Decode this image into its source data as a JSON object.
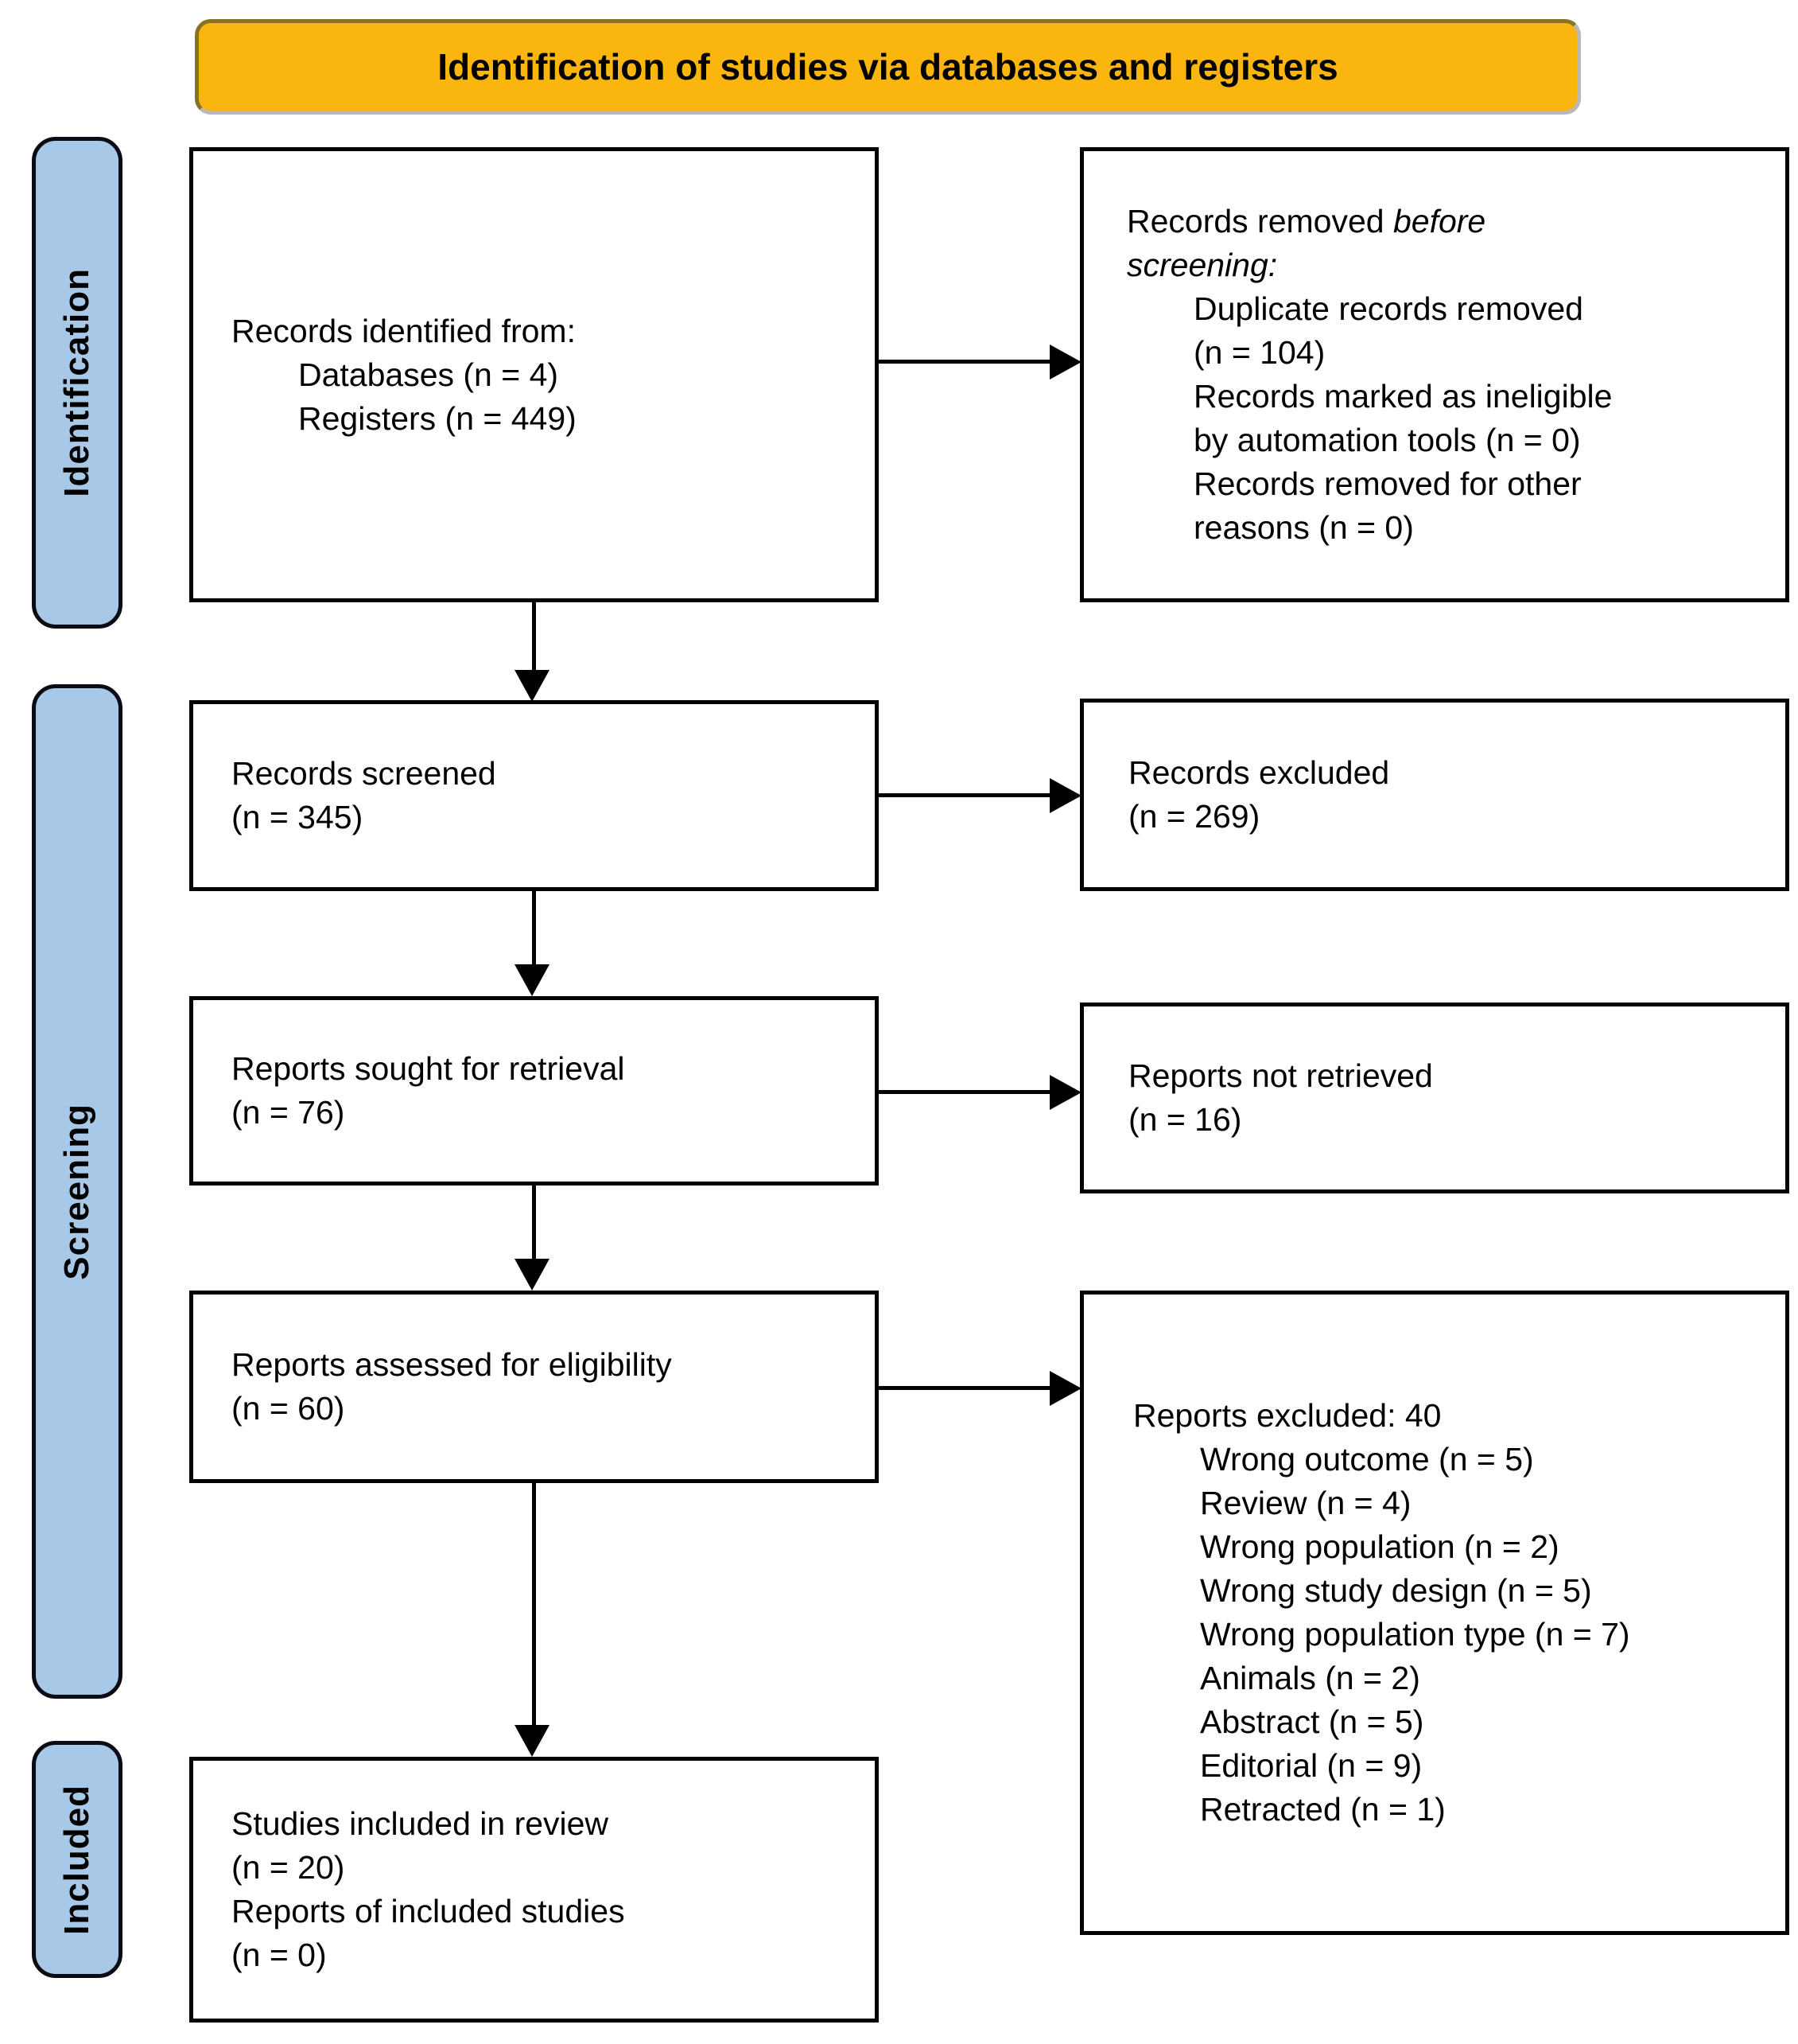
{
  "banner": {
    "title": "Identification of studies via databases and registers"
  },
  "stages": [
    {
      "label": "Identification"
    },
    {
      "label": "Screening"
    },
    {
      "label": "Included"
    }
  ],
  "boxes": {
    "records_identified": {
      "heading": "Records identified from:",
      "items": [
        "Databases (n = 4)",
        "Registers (n = 449)"
      ]
    },
    "records_removed": {
      "heading_line1_normal": "Records removed ",
      "heading_line1_italic": "before",
      "heading_line2_italic": "screening:",
      "items": [
        {
          "lines": [
            "Duplicate records removed",
            "(n = 104)"
          ]
        },
        {
          "lines": [
            "Records marked as ineligible",
            "by automation tools (n = 0)"
          ]
        },
        {
          "lines": [
            "Records removed for other",
            "reasons (n = 0)"
          ]
        }
      ]
    },
    "records_screened": {
      "line1": "Records screened",
      "line2": "(n = 345)"
    },
    "records_excluded": {
      "line1": "Records excluded",
      "line2": "(n = 269)"
    },
    "reports_sought": {
      "line1": "Reports sought for retrieval",
      "line2": "(n = 76)"
    },
    "reports_not_retrieved": {
      "line1": "Reports not retrieved",
      "line2": "(n = 16)"
    },
    "reports_assessed": {
      "line1": "Reports assessed for eligibility",
      "line2": "(n = 60)"
    },
    "reports_excluded": {
      "heading": "Reports excluded: 40",
      "items": [
        "Wrong outcome (n = 5)",
        "Review (n = 4)",
        "Wrong population (n = 2)",
        "Wrong study design (n = 5)",
        "Wrong population type (n = 7)",
        "Animals (n = 2)",
        "Abstract (n = 5)",
        "Editorial (n = 9)",
        "Retracted (n = 1)"
      ]
    },
    "studies_included": {
      "line1": "Studies included in review",
      "line2": "(n = 20)",
      "line3": "Reports of included studies",
      "line4": "(n = 0)"
    }
  },
  "colors": {
    "banner_bg": "#FBB50F",
    "stage_bg": "#A8C8E8",
    "ink": "#000000"
  }
}
